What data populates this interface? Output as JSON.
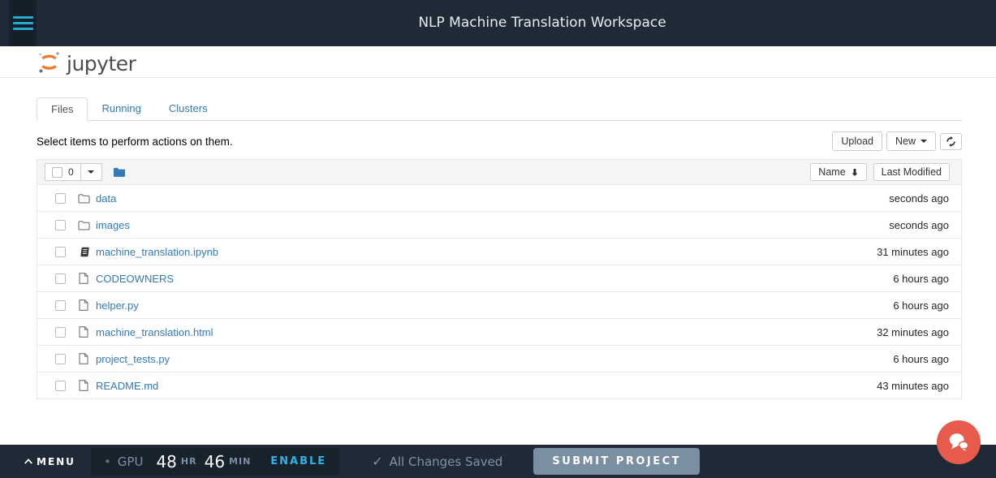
{
  "topbar": {
    "title": "NLP Machine Translation Workspace"
  },
  "brand": {
    "name": "jupyter"
  },
  "tabs": [
    {
      "label": "Files",
      "active": true
    },
    {
      "label": "Running",
      "active": false
    },
    {
      "label": "Clusters",
      "active": false
    }
  ],
  "toolbar": {
    "hint": "Select items to perform actions on them.",
    "upload_label": "Upload",
    "new_label": "New"
  },
  "list": {
    "selected_count": "0",
    "sort_name_label": "Name",
    "sort_modified_label": "Last Modified",
    "rows": [
      {
        "name": "data",
        "type": "folder",
        "modified": "seconds ago"
      },
      {
        "name": "images",
        "type": "folder",
        "modified": "seconds ago"
      },
      {
        "name": "machine_translation.ipynb",
        "type": "notebook",
        "modified": "31 minutes ago"
      },
      {
        "name": "CODEOWNERS",
        "type": "file",
        "modified": "6 hours ago"
      },
      {
        "name": "helper.py",
        "type": "file",
        "modified": "6 hours ago"
      },
      {
        "name": "machine_translation.html",
        "type": "file",
        "modified": "32 minutes ago"
      },
      {
        "name": "project_tests.py",
        "type": "file",
        "modified": "6 hours ago"
      },
      {
        "name": "README.md",
        "type": "file",
        "modified": "43 minutes ago"
      }
    ]
  },
  "footer": {
    "menu_label": "MENU",
    "gpu_dot": "•",
    "gpu_label": "GPU",
    "hours": "48",
    "hr_label": "HR",
    "minutes": "46",
    "min_label": "MIN",
    "enable_label": "ENABLE",
    "check_glyph": "✓",
    "saved_status": "All Changes Saved",
    "submit_label": "SUBMIT PROJECT"
  },
  "icons": [
    "hamburger-icon",
    "jupyter-logo-icon",
    "caret-down-icon",
    "refresh-icon",
    "breadcrumb-folder-icon",
    "arrow-down-icon",
    "folder-icon",
    "file-icon",
    "notebook-icon",
    "chevron-up-icon",
    "check-icon",
    "chat-icon"
  ],
  "colors": {
    "bar_bg": "#1f2a36",
    "bar_inset_bg": "#141f29",
    "accent_cyan": "#29b0d3",
    "enable_cyan": "#2fb3e6",
    "jupyter_orange": "#f37726",
    "link_blue": "#337ab7",
    "header_row_bg": "#f5f5f5",
    "border_gray": "#e7e7e7",
    "muted_slate": "#7e93a8",
    "submit_bg": "#7b8fa3",
    "chat_red": "#e85b4c"
  }
}
